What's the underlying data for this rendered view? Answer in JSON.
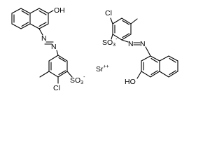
{
  "structure": {
    "molecule_1": {
      "hydroxy": "OH",
      "azo_n1": "N",
      "azo_n2": "N",
      "sulfonate": "SO",
      "sulfonate_sub": "3",
      "sulfonate_charge": "-",
      "chloro": "Cl"
    },
    "counterion": {
      "symbol": "Sr",
      "charge": "++"
    },
    "molecule_2": {
      "chloro": "Cl",
      "sulfonate": "SO",
      "sulfonate_sub": "3",
      "sulfonate_charge": "-",
      "azo_n1": "N",
      "azo_n2": "N",
      "hydroxy": "HO"
    }
  }
}
